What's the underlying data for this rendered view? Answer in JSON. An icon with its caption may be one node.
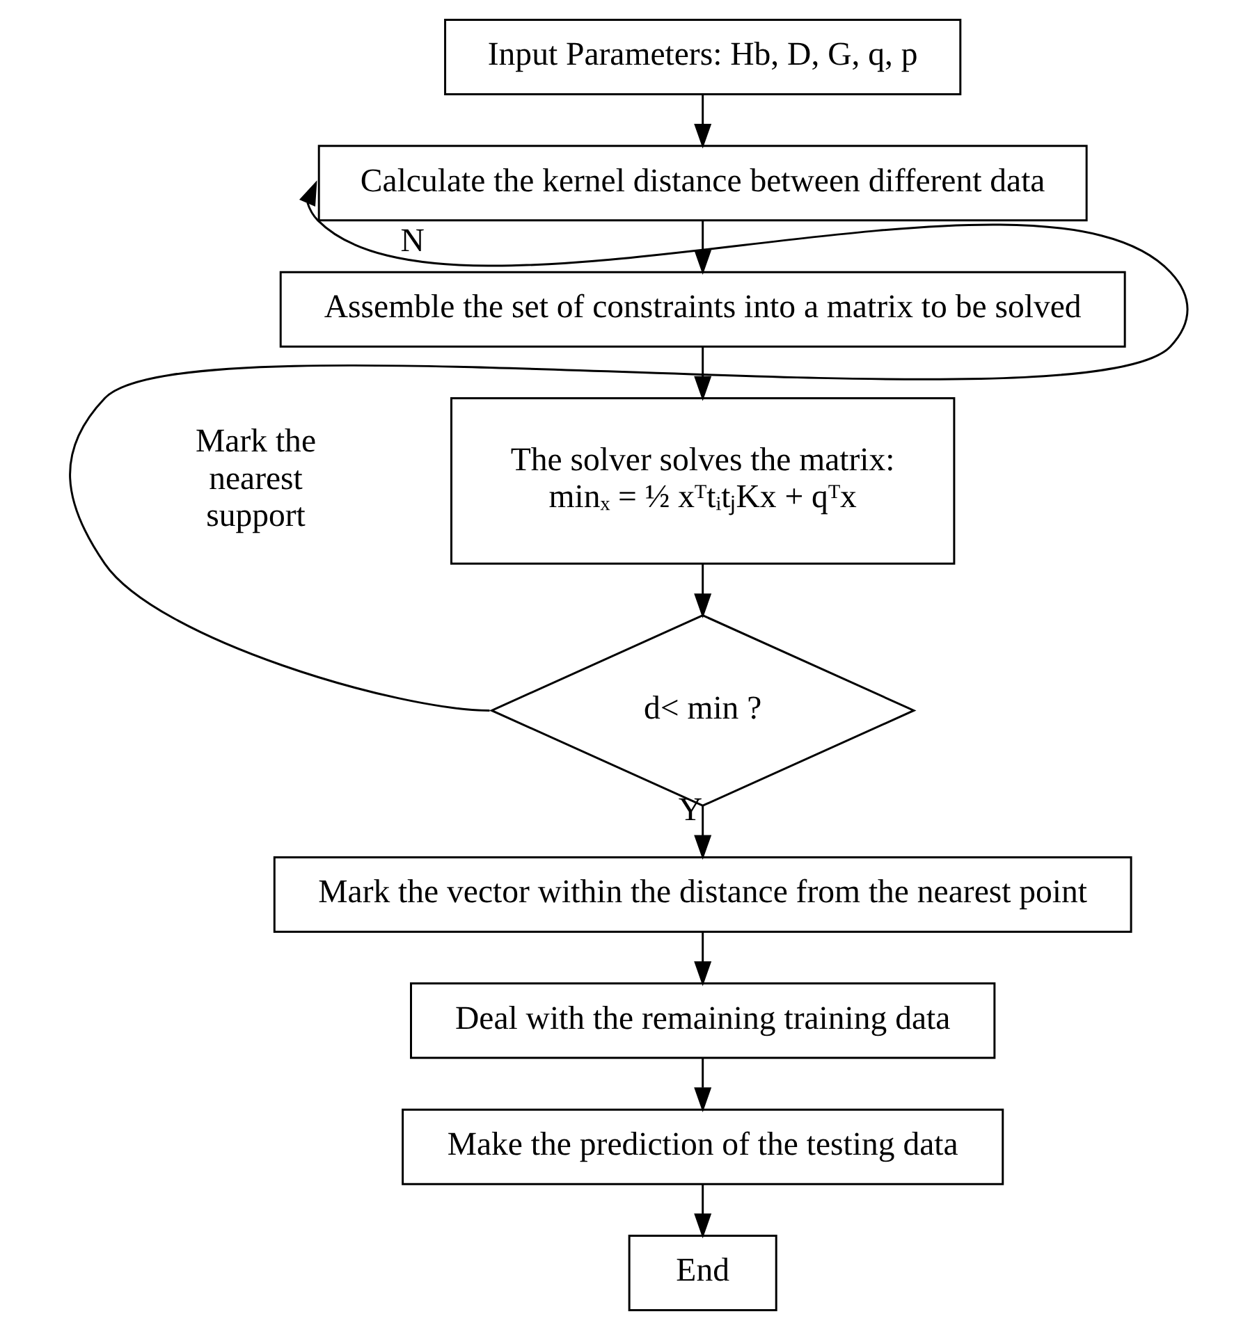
{
  "diagram": {
    "nodes": [
      {
        "text": [
          "Input Parameters: Hb, D, G, q, p"
        ]
      },
      {
        "text": [
          "Calculate the kernel distance between different data"
        ]
      },
      {
        "text": [
          "Assemble the set of constraints into a matrix to be solved"
        ]
      },
      {
        "text": [
          "The solver solves the matrix:",
          "minₓ = ½ xᵀtᵢtⱼKx + qᵀx"
        ]
      },
      {
        "text": [
          "d< min ?"
        ]
      },
      {
        "text": [
          "Mark the vector within the distance from the nearest point"
        ]
      },
      {
        "text": [
          "Deal with the remaining training data"
        ]
      },
      {
        "text": [
          "Make the prediction of the testing data"
        ]
      },
      {
        "text": [
          "End"
        ]
      }
    ],
    "edges": [
      {
        "from": 0,
        "to": 1,
        "arrow": "to"
      },
      {
        "from": 1,
        "to": 2,
        "arrow": "to"
      },
      {
        "from": 2,
        "to": 3,
        "arrow": "to"
      },
      {
        "from": 3,
        "to": 4,
        "arrow": "to"
      },
      {
        "from": 4,
        "to": 1,
        "arrow": "to",
        "label": "N"
      },
      {
        "from": 4,
        "to": 5,
        "arrow": "to",
        "label": "Y"
      },
      {
        "from": 5,
        "to": 6,
        "arrow": "to"
      },
      {
        "from": 6,
        "to": 7,
        "arrow": "to"
      },
      {
        "from": 7,
        "to": 8,
        "arrow": "to"
      }
    ],
    "labels": [
      "Mark the nearest support"
    ]
  }
}
